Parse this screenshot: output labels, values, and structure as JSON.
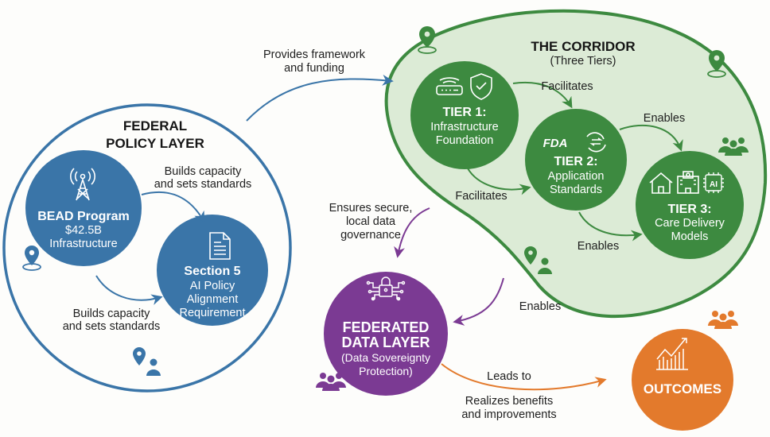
{
  "colors": {
    "blue": "#3a75a8",
    "green": "#3d8a40",
    "green_fill": "#dcebd6",
    "purple": "#7b3a93",
    "orange": "#e37a2c",
    "text": "#1e1e1e"
  },
  "federal": {
    "title_line1": "FEDERAL",
    "title_line2": "POLICY LAYER",
    "bead": {
      "title": "BEAD Program",
      "line2": "$42.5B",
      "line3": "Infrastructure",
      "icon": "cell-tower-icon"
    },
    "section5": {
      "title": "Section 5",
      "line2": "AI Policy",
      "line3": "Alignment",
      "line4": "Requirement",
      "icon": "document-icon"
    },
    "edge_top": {
      "line1": "Builds capacity",
      "line2": "and sets standards"
    },
    "edge_bottom": {
      "line1": "Builds capacity",
      "line2": "and sets standards"
    }
  },
  "federal_to_corridor": {
    "line1": "Provides framework",
    "line2": "and funding"
  },
  "corridor": {
    "title": "THE CORRIDOR",
    "subtitle": "(Three Tiers)",
    "tier1": {
      "title": "TIER 1:",
      "line2": "Infrastructure",
      "line3": "Foundation",
      "icons": [
        "router-wifi-icon",
        "shield-check-icon"
      ]
    },
    "tier2": {
      "title": "TIER 2:",
      "line2": "Application",
      "line3": "Standards",
      "icons": [
        "fda-logo-icon",
        "sync-icon"
      ],
      "fda_text": "FDA"
    },
    "tier3": {
      "title": "TIER 3:",
      "line2": "Care Delivery",
      "line3": "Models",
      "icons": [
        "home-icon",
        "hospital-icon",
        "ai-chip-icon"
      ],
      "ai_text": "AI"
    },
    "edge_t1_t2_top": "Facilitates",
    "edge_t1_t2_bottom": "Facilitates",
    "edge_t2_t3_top": "Enables",
    "edge_t2_t3_bottom": "Enables"
  },
  "corridor_to_federated": {
    "line1": "Ensures secure,",
    "line2": "local data",
    "line3": "governance"
  },
  "corridor_enables_federated": "Enables",
  "federated": {
    "title_line1": "FEDERATED",
    "title_line2": "DATA LAYER",
    "line3": "(Data Sovereignty",
    "line4": "Protection)",
    "icon": "network-lock-icon"
  },
  "federated_to_outcomes": {
    "top": "Leads to",
    "bottom_line1": "Realizes benefits",
    "bottom_line2": "and improvements"
  },
  "outcomes": {
    "title": "OUTCOMES",
    "icon": "growth-chart-icon"
  }
}
